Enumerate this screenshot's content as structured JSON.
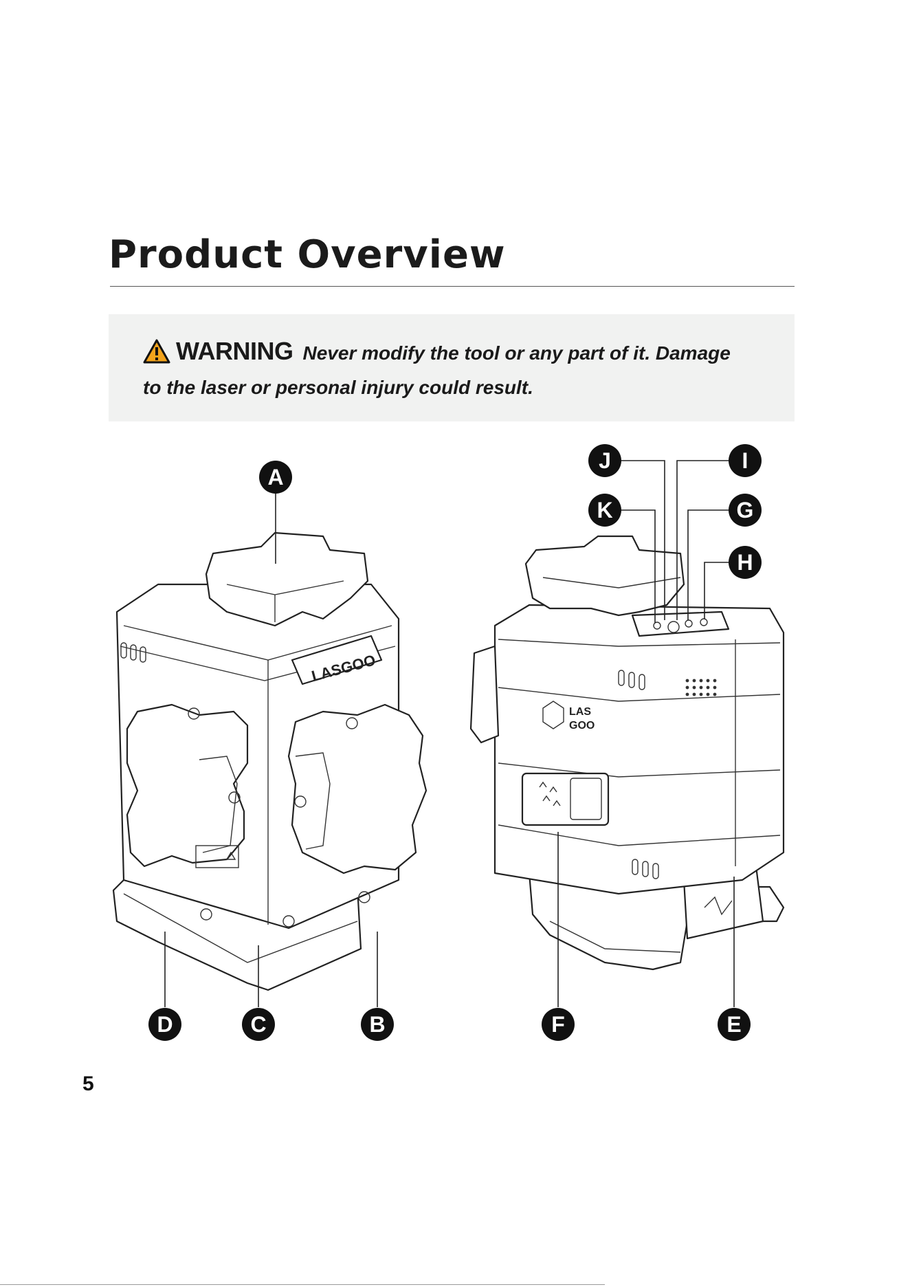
{
  "page": {
    "title": "Product Overview",
    "page_number": "5"
  },
  "warning": {
    "label": "WARNING",
    "message": "Never modify the tool or any part of it. Damage to the laser or personal injury could result."
  },
  "figure": {
    "brand_front": "LASGOO",
    "brand_side": [
      "LAS",
      "GOO"
    ],
    "callouts": [
      "A",
      "B",
      "C",
      "D",
      "E",
      "F",
      "G",
      "H",
      "I",
      "J",
      "K"
    ]
  },
  "colors": {
    "text": "#1a1a1a",
    "warning_box": "#f1f2f1",
    "warning_icon": "#f2a31b",
    "callout_fill": "#111111"
  }
}
